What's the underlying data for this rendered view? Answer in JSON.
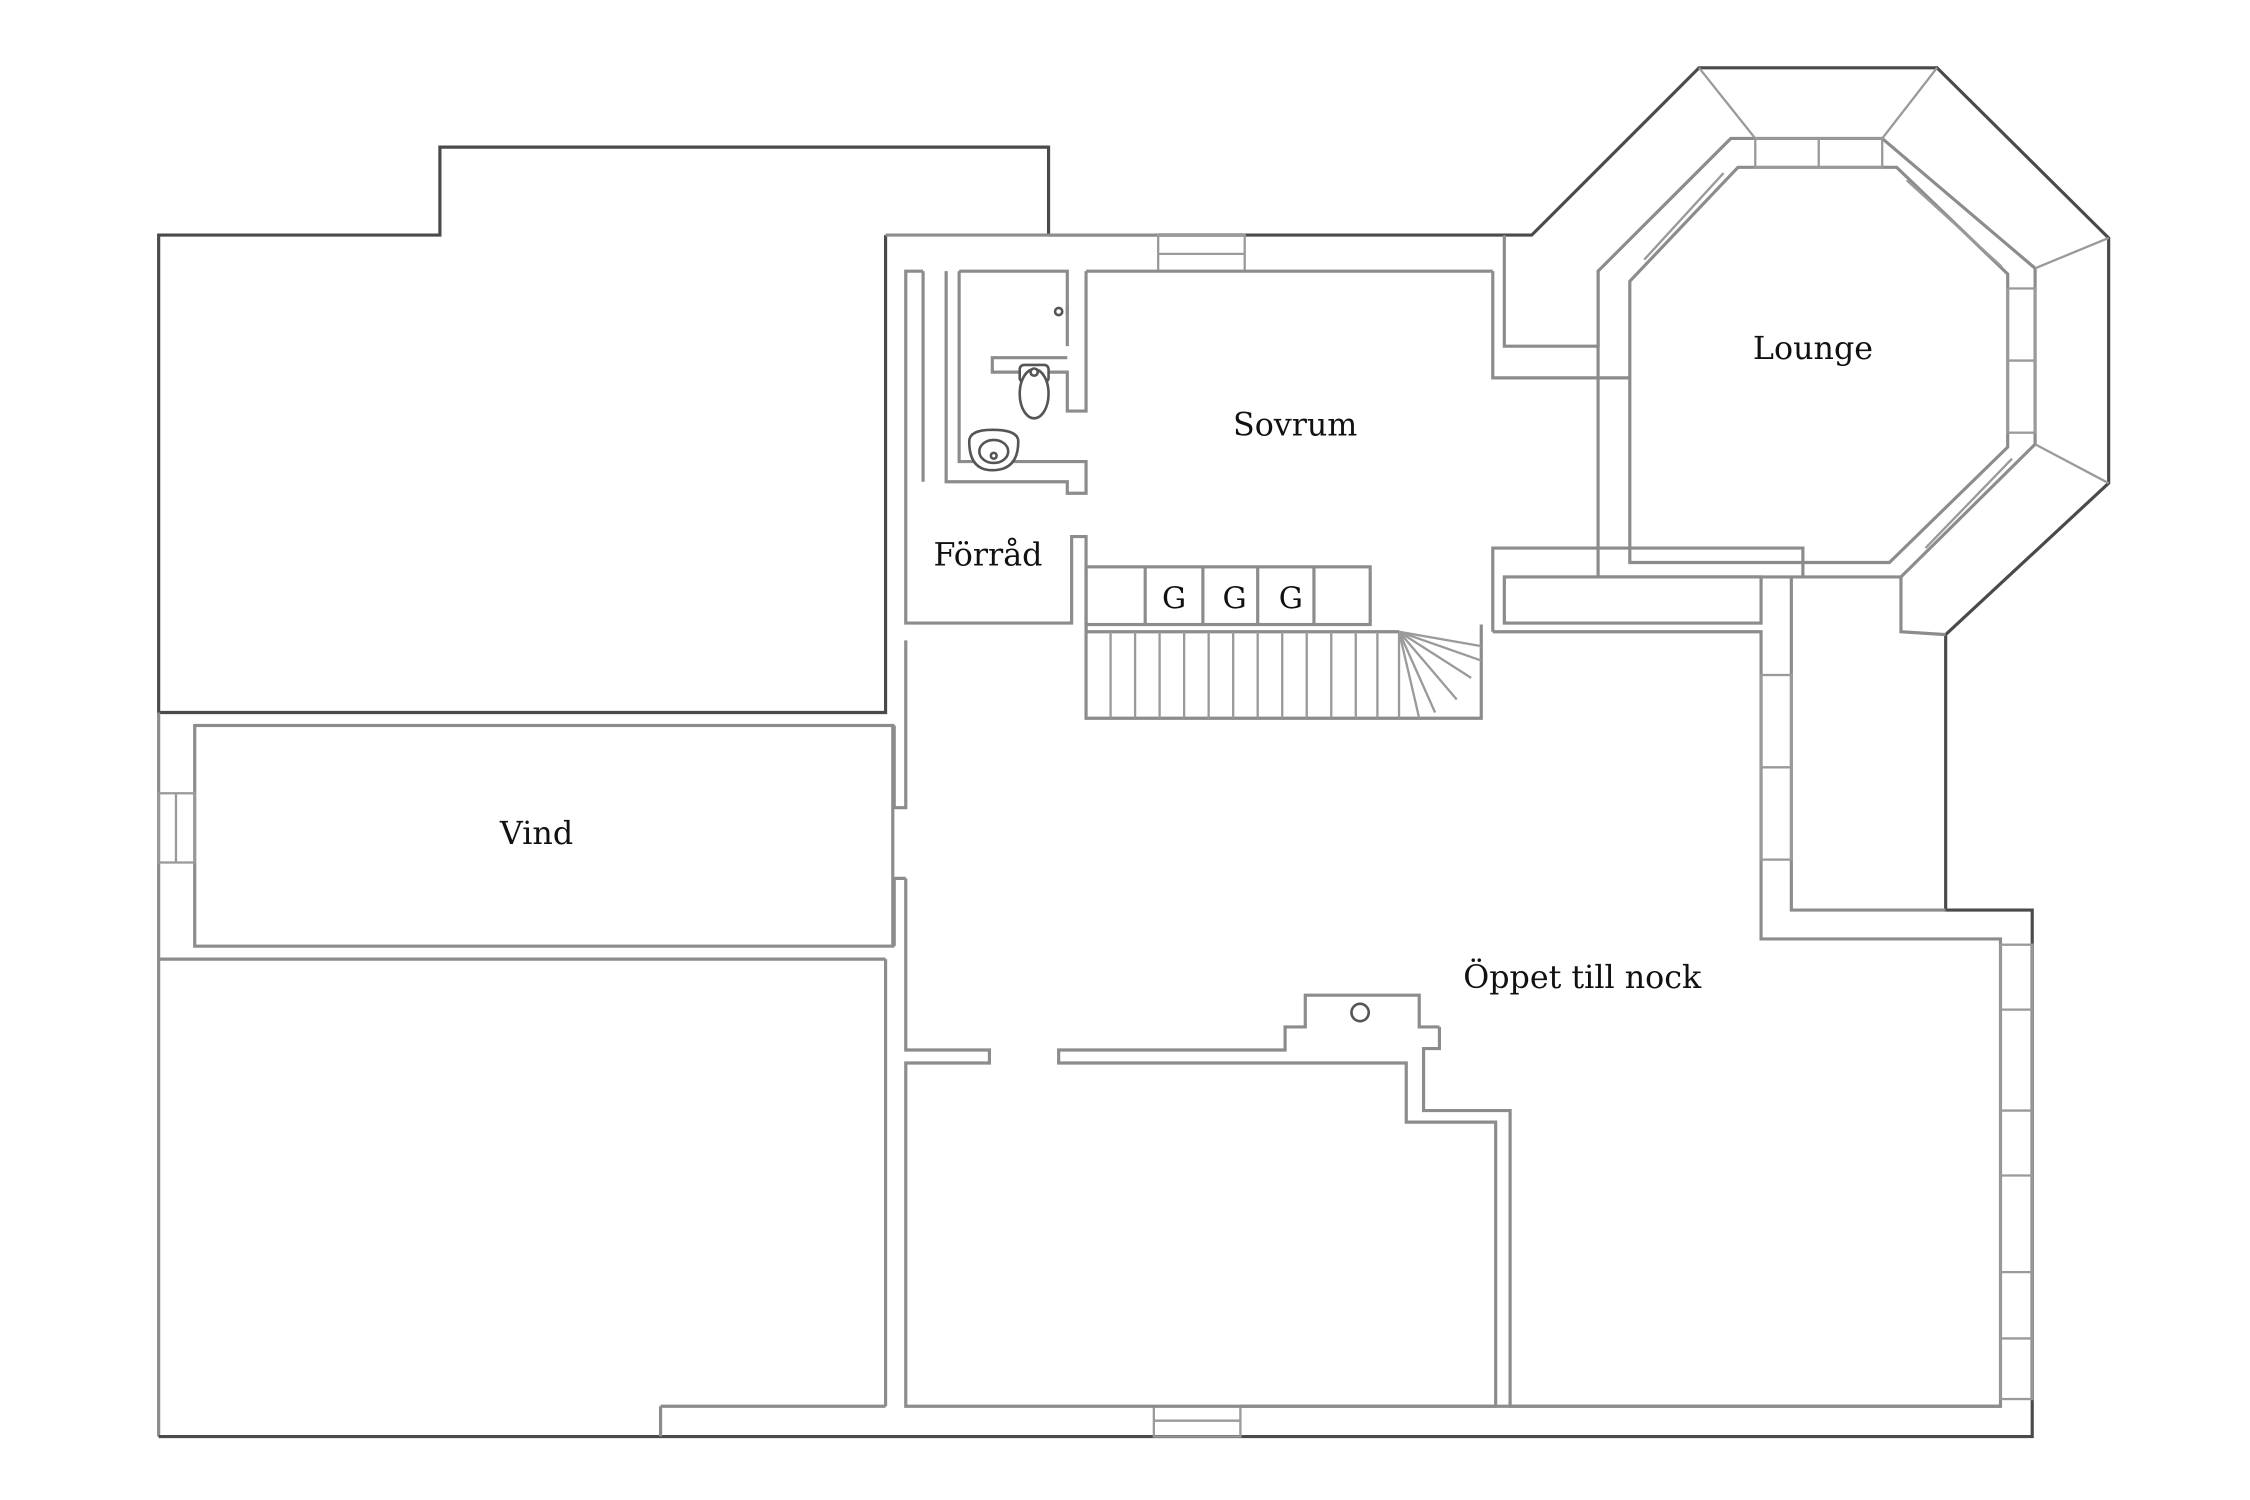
{
  "rooms": {
    "sovrum": "Sovrum",
    "lounge": "Lounge",
    "forrad": "Förråd",
    "vind": "Vind",
    "oppet": "Öppet till nock"
  },
  "wardrobe": {
    "g1": "G",
    "g2": "G",
    "g3": "G"
  },
  "colors": {
    "background": "#ffffff",
    "outer_wall": "#4a4a4a",
    "inner_wall": "#8c8c8c",
    "text": "#111111"
  }
}
